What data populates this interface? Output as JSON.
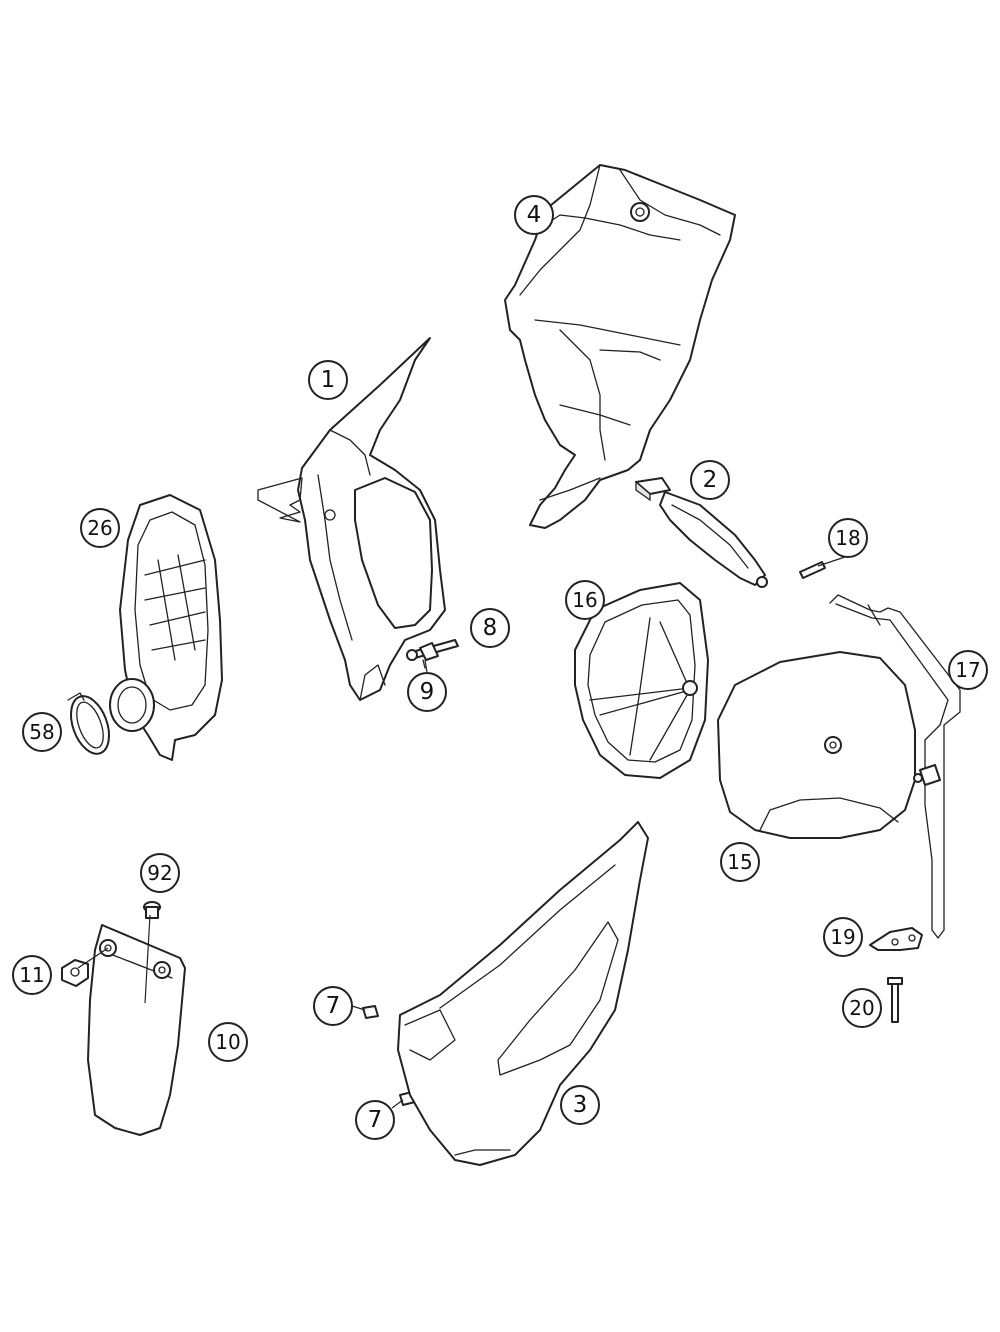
{
  "diagram": {
    "callouts": [
      {
        "id": "4",
        "label": "4"
      },
      {
        "id": "1",
        "label": "1"
      },
      {
        "id": "2",
        "label": "2"
      },
      {
        "id": "26",
        "label": "26"
      },
      {
        "id": "18",
        "label": "18"
      },
      {
        "id": "16",
        "label": "16"
      },
      {
        "id": "8",
        "label": "8"
      },
      {
        "id": "17",
        "label": "17"
      },
      {
        "id": "9",
        "label": "9"
      },
      {
        "id": "58",
        "label": "58"
      },
      {
        "id": "15",
        "label": "15"
      },
      {
        "id": "92",
        "label": "92"
      },
      {
        "id": "19",
        "label": "19"
      },
      {
        "id": "11",
        "label": "11"
      },
      {
        "id": "7a",
        "label": "7"
      },
      {
        "id": "20",
        "label": "20"
      },
      {
        "id": "10",
        "label": "10"
      },
      {
        "id": "3",
        "label": "3"
      },
      {
        "id": "7b",
        "label": "7"
      }
    ]
  }
}
